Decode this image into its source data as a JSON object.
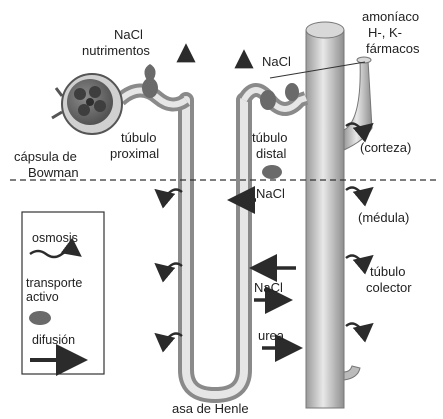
{
  "colors": {
    "tubule": "#b9b9b9",
    "tubule_light": "#e4e4e4",
    "tubule_dark": "#7a7a7a",
    "arrow": "#2b2b2b",
    "blob": "#6a6a6a",
    "capsule": "#5a5a5a",
    "line": "#333333"
  },
  "labels": {
    "nacl_nutrientes_1": "NaCl",
    "nacl_nutrientes_2": "nutrimentos",
    "amoniaco_1": "amoníaco",
    "amoniaco_2": "H-, K-",
    "amoniaco_3": "fármacos",
    "nacl_top": "NaCl",
    "capsula_1": "cápsula de",
    "capsula_2": "Bowman",
    "tubulo_proximal_1": "túbulo",
    "tubulo_proximal_2": "proximal",
    "tubulo_distal_1": "túbulo",
    "tubulo_distal_2": "distal",
    "corteza": "(corteza)",
    "nacl_mid": "NaCl",
    "medula": "(médula)",
    "tubulo_colector_1": "túbulo",
    "tubulo_colector_2": "colector",
    "nacl_low": "NaCl",
    "urea": "urea",
    "asa_henle": "asa de Henle"
  },
  "legend": {
    "osmosis": "osmosis",
    "transporte_1": "transporte",
    "transporte_2": "activo",
    "difusion": "difusión"
  },
  "icons": [
    "osmosis-arrow-icon",
    "active-transport-icon",
    "diffusion-arrow-icon"
  ]
}
